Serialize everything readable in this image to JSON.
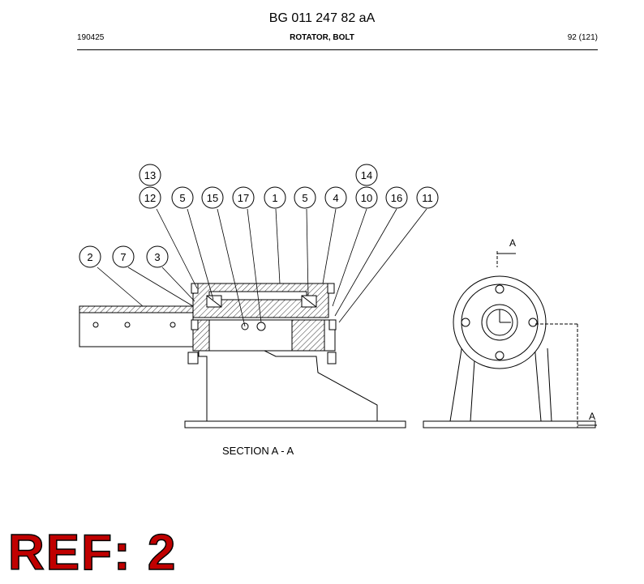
{
  "header": {
    "doc_number": "BG 011 247 82 aA",
    "date_code": "190425",
    "title": "ROTATOR, BOLT",
    "page": "92 (121)"
  },
  "drawing": {
    "section_label": "SECTION A - A",
    "section_marks": [
      "A",
      "A"
    ],
    "balloons": [
      "13",
      "14",
      "12",
      "5",
      "15",
      "17",
      "1",
      "5",
      "4",
      "10",
      "16",
      "11",
      "2",
      "7",
      "3"
    ]
  },
  "reference": {
    "label": "REF: 2"
  }
}
